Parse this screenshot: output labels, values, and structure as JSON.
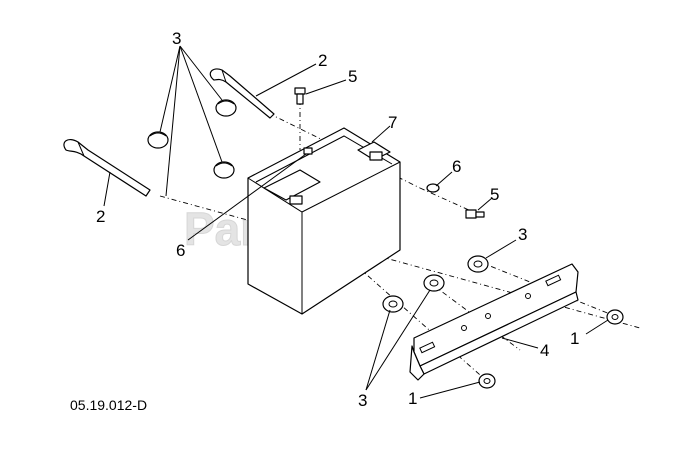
{
  "watermark": "PartsTree",
  "drawing_ref": "05.19.012-D",
  "callouts": {
    "c3_top": "3",
    "c2_top": "2",
    "c5_top": "5",
    "c7": "7",
    "c2_left": "2",
    "c6_left": "6",
    "c6_right": "6",
    "c5_right": "5",
    "c3_right": "3",
    "c1_right": "1",
    "c4": "4",
    "c3_bottom": "3",
    "c1_bottom": "1"
  }
}
